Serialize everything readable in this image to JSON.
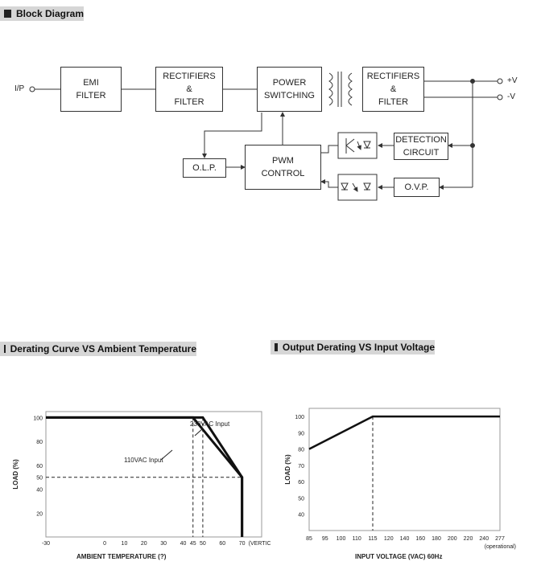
{
  "block_diagram": {
    "header": "Block Diagram",
    "input_label": "I/P",
    "out_pos": "+V",
    "out_neg": "-V",
    "emi": [
      "EMI",
      "FILTER"
    ],
    "rect_in": [
      "RECTIFIERS",
      "&",
      "FILTER"
    ],
    "power": [
      "POWER",
      "SWITCHING"
    ],
    "rect_out": [
      "RECTIFIERS",
      "&",
      "FILTER"
    ],
    "detection": [
      "DETECTION",
      "CIRCUIT"
    ],
    "pwm": [
      "PWM",
      "CONTROL"
    ],
    "olp": "O.L.P.",
    "ovp": "O.V.P."
  },
  "derating_temp": {
    "header": "Derating Curve VS Ambient Temperature",
    "chart_data": {
      "type": "line",
      "xlabel": "AMBIENT TEMPERATURE (?)",
      "ylabel": "LOAD (%)",
      "x_ticks": [
        "-30",
        "0",
        "10",
        "20",
        "30",
        "40",
        "45",
        "50",
        "60",
        "70"
      ],
      "x_tick_values": [
        -30,
        0,
        10,
        20,
        30,
        40,
        45,
        50,
        60,
        70
      ],
      "x_suffix": "(VERTICAL)",
      "y_ticks": [
        "100",
        "80",
        "60",
        "50",
        "40",
        "20"
      ],
      "y_tick_values": [
        100,
        80,
        60,
        50,
        40,
        20
      ],
      "xlim": [
        -30,
        80
      ],
      "ylim": [
        0,
        105
      ],
      "series": [
        {
          "name": "230VAC Input",
          "x": [
            -30,
            50,
            70,
            70
          ],
          "y": [
            100,
            100,
            50,
            0
          ]
        },
        {
          "name": "110VAC Input",
          "x": [
            -30,
            45,
            70,
            70
          ],
          "y": [
            100,
            100,
            50,
            0
          ]
        }
      ]
    }
  },
  "derating_voltage": {
    "header": "Output Derating VS Input Voltage",
    "chart_data": {
      "type": "line",
      "xlabel": "INPUT VOLTAGE (VAC) 60Hz",
      "ylabel": "LOAD (%)",
      "x_ticks": [
        "85",
        "95",
        "100",
        "110",
        "115",
        "120",
        "140",
        "160",
        "180",
        "200",
        "220",
        "240",
        "277"
      ],
      "x_tick_values": [
        85,
        95,
        100,
        110,
        115,
        120,
        140,
        160,
        180,
        200,
        220,
        240,
        277
      ],
      "x_note": "(operational)",
      "y_ticks": [
        "100",
        "90",
        "80",
        "70",
        "60",
        "50",
        "40"
      ],
      "y_tick_values": [
        100,
        90,
        80,
        70,
        60,
        50,
        40
      ],
      "ylim": [
        30,
        105
      ],
      "series": [
        {
          "x": [
            85,
            115,
            277
          ],
          "y": [
            80,
            100,
            100
          ]
        }
      ]
    }
  }
}
